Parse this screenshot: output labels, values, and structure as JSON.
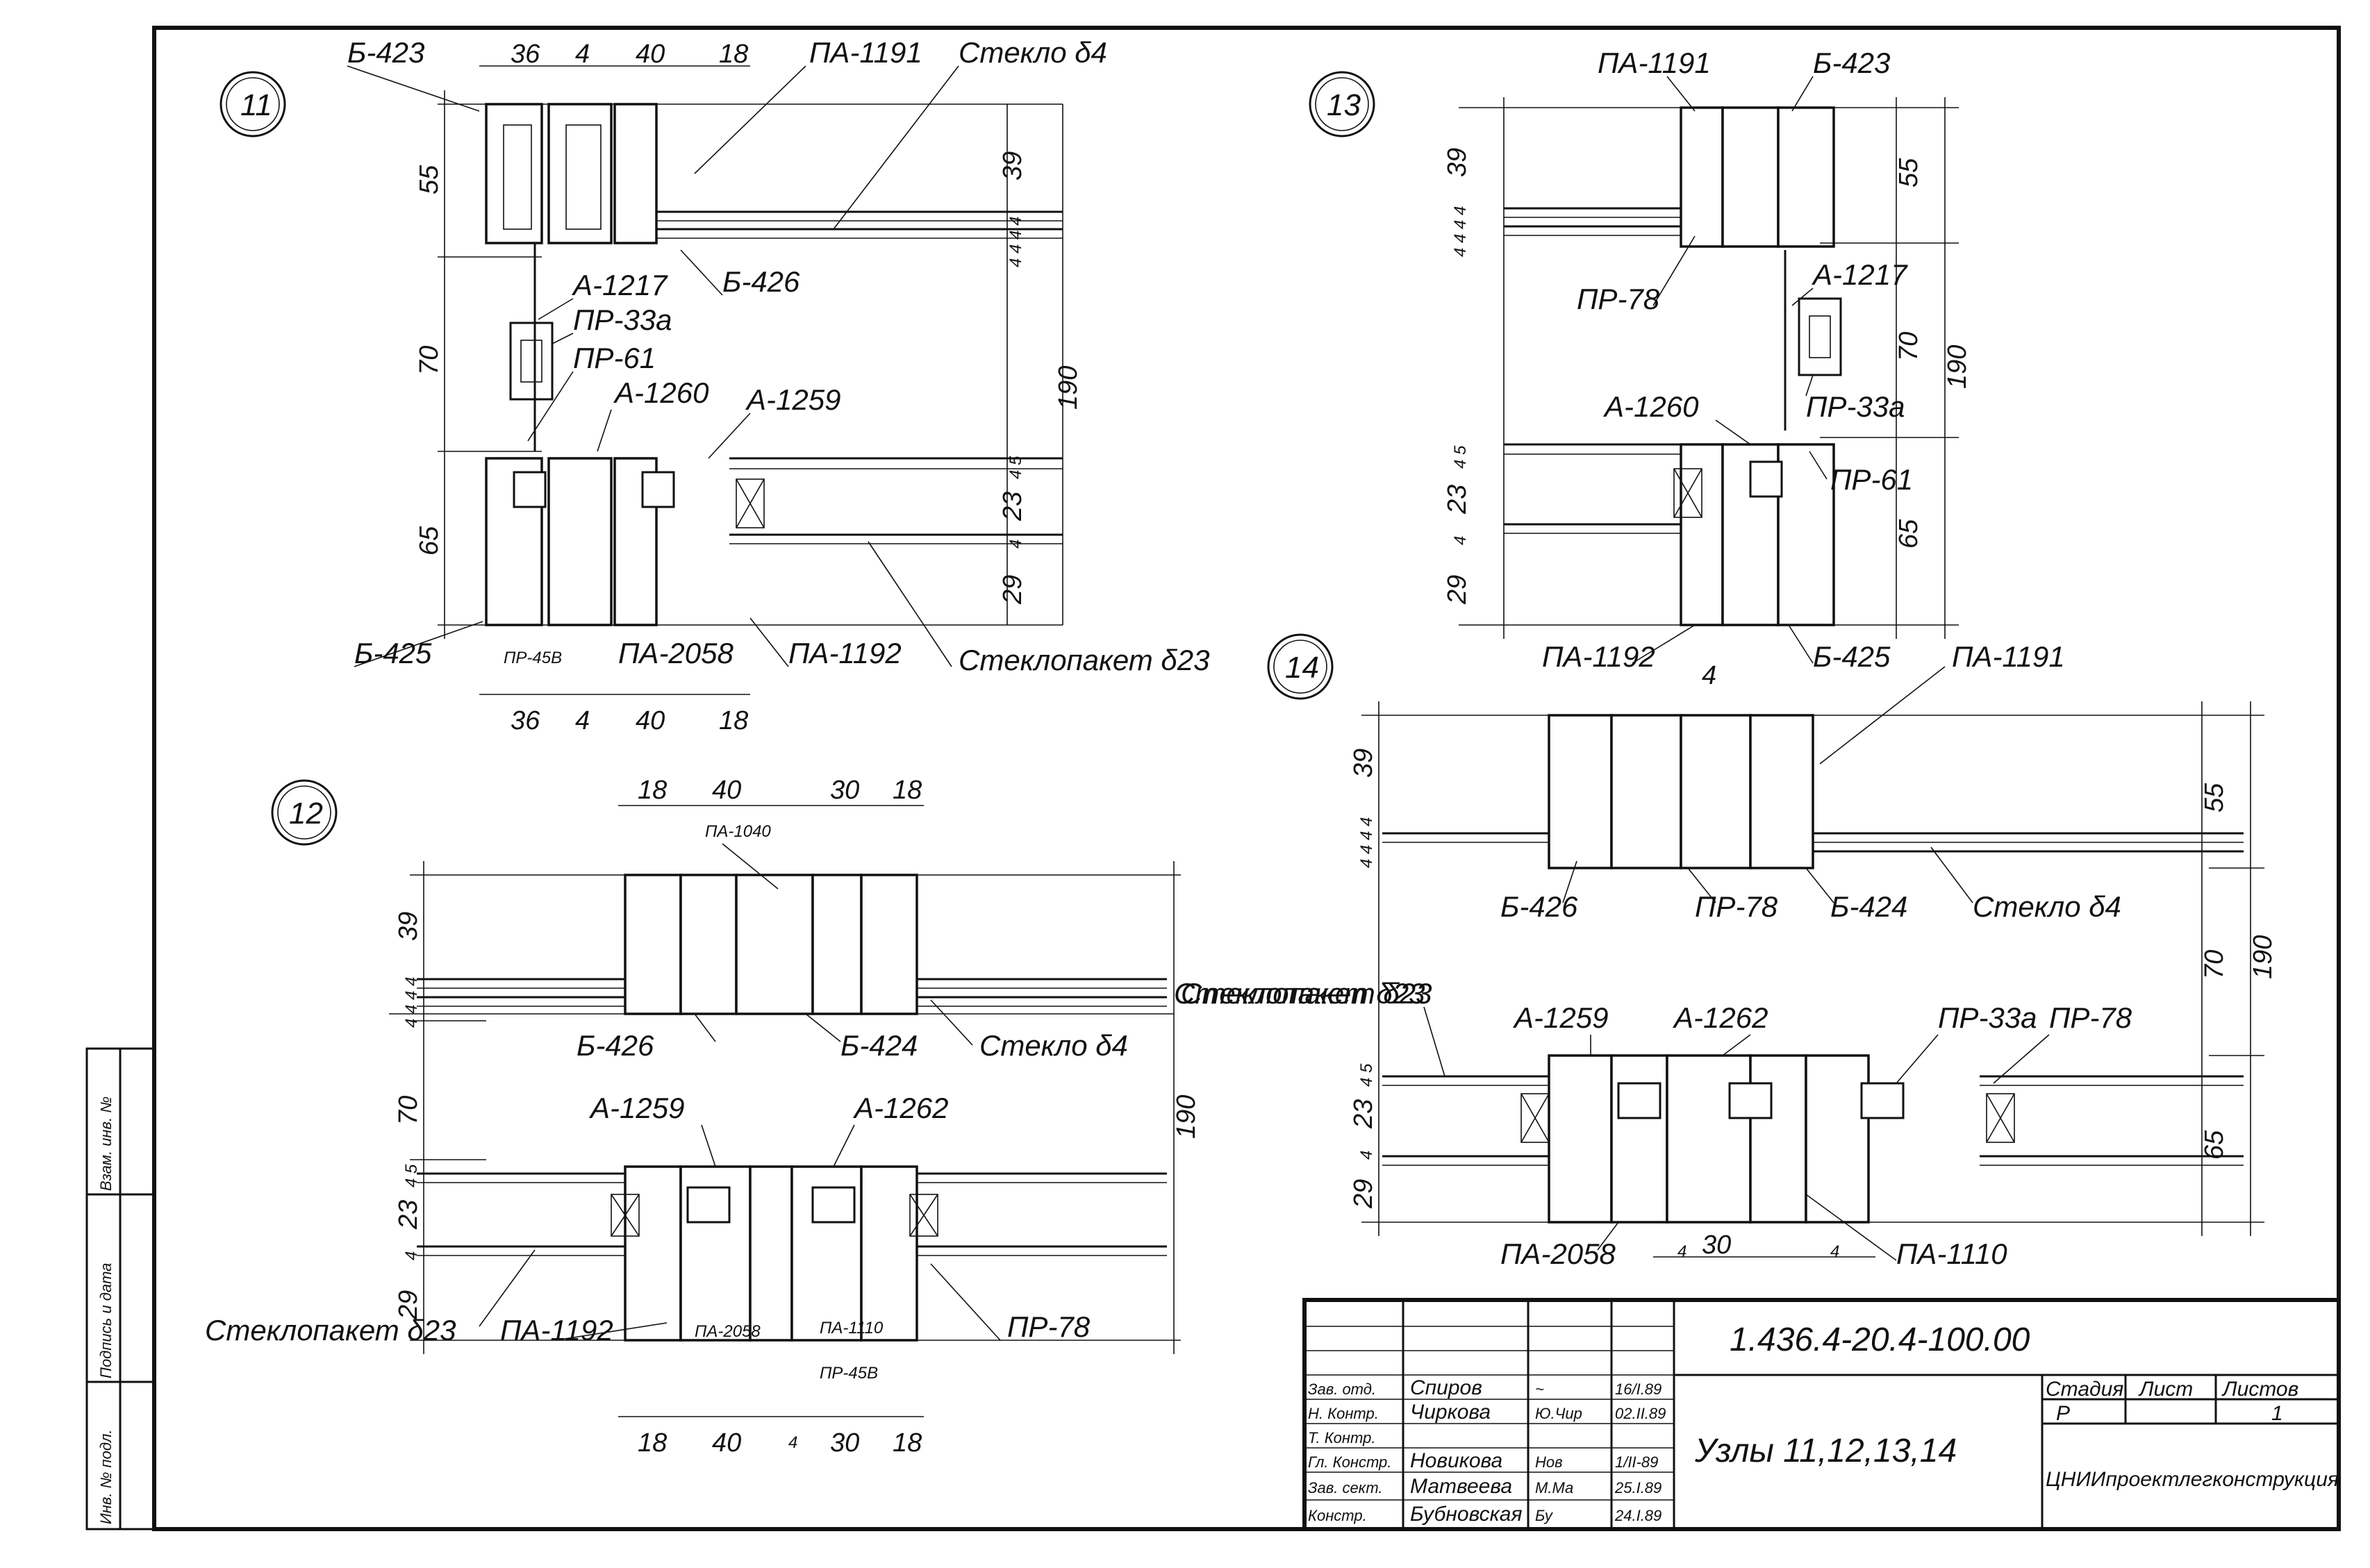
{
  "nodes": {
    "n11": {
      "number": "11",
      "labels": {
        "b423": "Б-423",
        "pa1191": "ПА-1191",
        "glass4": "Стекло δ4",
        "b426": "Б-426",
        "a1217": "А-1217",
        "pr33a": "ПР-33а",
        "pr61": "ПР-61",
        "a1260": "А-1260",
        "a1259": "А-1259",
        "b425": "Б-425",
        "pr45b": "ПР-45В",
        "pa2058": "ПА-2058",
        "pa1192": "ПА-1192",
        "glasspack": "Стеклопакет δ23"
      },
      "dims": {
        "top": [
          "36",
          "4",
          "40",
          "18"
        ],
        "bottom": [
          "36",
          "4",
          "40",
          "18"
        ],
        "left": [
          "55",
          "70",
          "65"
        ],
        "right": [
          "39",
          "4",
          "4",
          "4",
          "4",
          "190",
          "5",
          "4",
          "23",
          "4",
          "29"
        ]
      }
    },
    "n12": {
      "number": "12",
      "labels": {
        "pa1040": "ПА-1040",
        "b426": "Б-426",
        "b424": "Б-424",
        "glass4": "Стекло δ4",
        "a1259": "А-1259",
        "a1262": "А-1262",
        "glasspack": "Стеклопакет δ23",
        "pa1192": "ПА-1192",
        "pa2058": "ПА-2058",
        "pa1110": "ПА-1110",
        "pr45b": "ПР-45В",
        "pr78": "ПР-78"
      },
      "dims": {
        "top": [
          "18",
          "40",
          "30",
          "18"
        ],
        "bottom": [
          "18",
          "40",
          "4",
          "30",
          "18"
        ],
        "left": [
          "39",
          "4",
          "4",
          "4",
          "4",
          "70",
          "5",
          "4",
          "23",
          "4",
          "29"
        ],
        "right": [
          "190"
        ]
      }
    },
    "n13": {
      "number": "13",
      "labels": {
        "pa1191": "ПА-1191",
        "b423": "Б-423",
        "pr78": "ПР-78",
        "a1217": "А-1217",
        "pr33a": "ПР-33а",
        "a1260": "А-1260",
        "pr61": "ПР-61",
        "pa1192": "ПА-1192",
        "b425": "Б-425"
      },
      "dims": {
        "left": [
          "39",
          "4",
          "4",
          "4",
          "4",
          "5",
          "4",
          "23",
          "4",
          "29"
        ],
        "right": [
          "55",
          "70",
          "65",
          "190"
        ]
      }
    },
    "n14": {
      "number": "14",
      "labels": {
        "pa1191": "ПА-1191",
        "b426": "Б-426",
        "pr78": "ПР-78",
        "b424": "Б-424",
        "glass4": "Стекло δ4",
        "glasspack": "Стеклопакет δ23",
        "a1259": "А-1259",
        "a1262": "А-1262",
        "pr33a": "ПР-33а",
        "pr78b": "ПР-78",
        "pa2058": "ПА-2058",
        "pa1110": "ПА-1110"
      },
      "dims": {
        "top": [
          "4"
        ],
        "bottom": [
          "4",
          "30",
          "4"
        ],
        "left": [
          "39",
          "4",
          "4",
          "4",
          "4",
          "5",
          "4",
          "23",
          "4",
          "29"
        ],
        "right": [
          "55",
          "70",
          "65",
          "190"
        ]
      }
    }
  },
  "side_stamp": {
    "col1": "Инв. № подл.",
    "col2": "Подпись и дата",
    "col3": "Взам. инв. №"
  },
  "title_block": {
    "code": "1.436.4-20.4-100.00",
    "title": "Узлы 11,12,13,14",
    "org": "ЦНИИпроектлегконструкция",
    "stage_hdr": "Стадия",
    "sheet_hdr": "Лист",
    "sheets_hdr": "Листов",
    "stage": "Р",
    "sheets": "1",
    "rows": [
      {
        "role": "Зав. отд.",
        "name": "Спиров",
        "sig": "~",
        "date": "16/I.89"
      },
      {
        "role": "Н. Контр.",
        "name": "Чиркова",
        "sig": "Ю.Чир",
        "date": "02.II.89"
      },
      {
        "role": "Т. Контр.",
        "name": "",
        "sig": "",
        "date": ""
      },
      {
        "role": "Гл. Констр.",
        "name": "Новикова",
        "sig": "Нов",
        "date": "1/II-89"
      },
      {
        "role": "Зав. сект.",
        "name": "Матвеева",
        "sig": "М.Ма",
        "date": "25.I.89"
      },
      {
        "role": "Констр.",
        "name": "Бубновская",
        "sig": "Бу",
        "date": "24.I.89"
      }
    ]
  }
}
